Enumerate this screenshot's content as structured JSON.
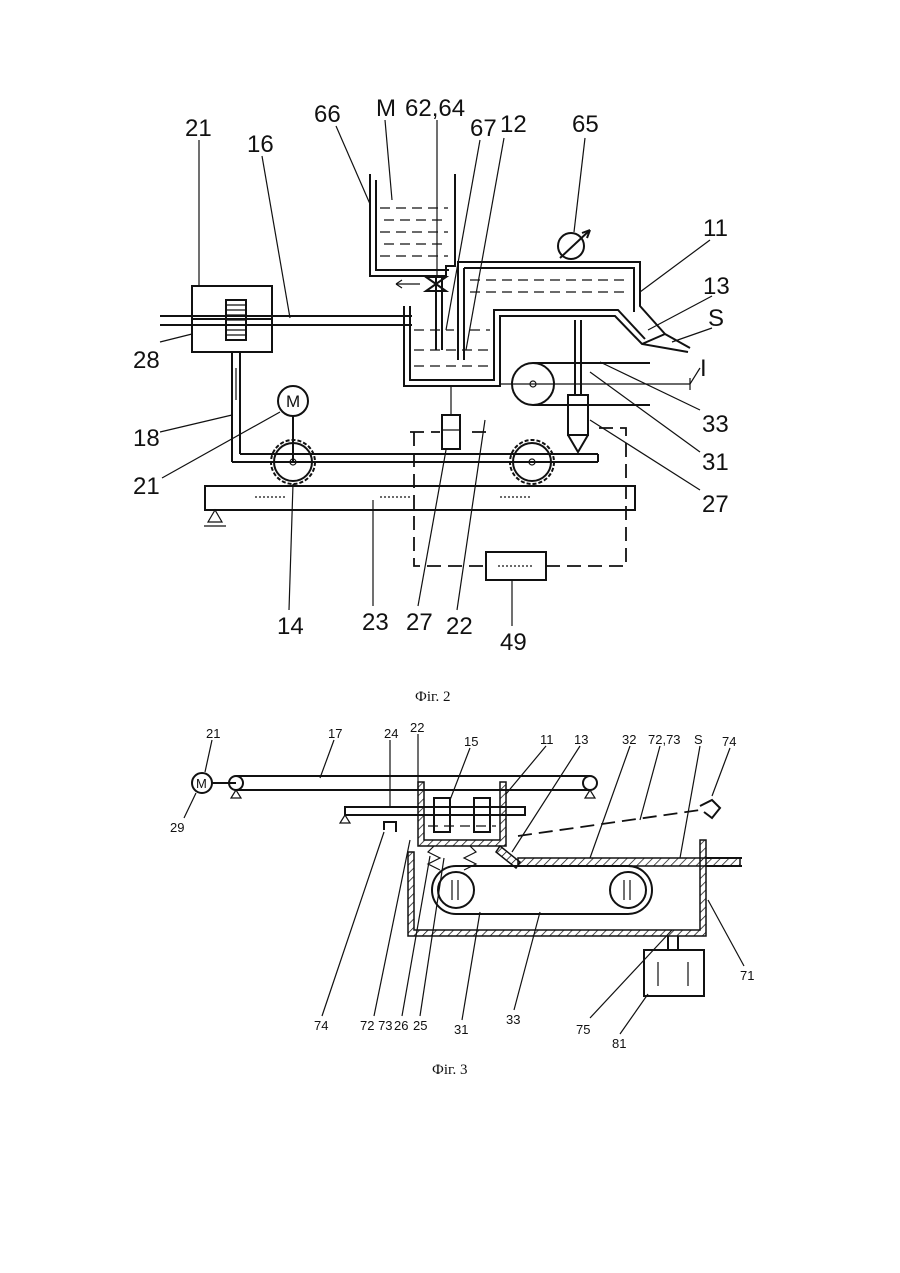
{
  "figure2": {
    "caption": "Фіг. 2",
    "labels": {
      "l21a": "21",
      "l16": "16",
      "l66": "66",
      "lM": "M",
      "l6264": "62,64",
      "l67": "67",
      "l12": "12",
      "l65": "65",
      "l11": "11",
      "l13": "13",
      "lS": "S",
      "lI": "I",
      "l33": "33",
      "l31": "31",
      "l27r": "27",
      "l28": "28",
      "l18": "18",
      "l21b": "21",
      "l14": "14",
      "l23": "23",
      "l27b": "27",
      "l22": "22",
      "l49": "49",
      "motor": "M"
    }
  },
  "figure3": {
    "caption": "Фіг. 3",
    "labels": {
      "l21": "21",
      "l17": "17",
      "l24": "24",
      "l22": "22",
      "l15": "15",
      "l11": "11",
      "l13": "13",
      "l32": "32",
      "l7273a": "72,73",
      "lS": "S",
      "l74a": "74",
      "l29": "29",
      "l74b": "74",
      "l7273b": "72 73",
      "l26": "26",
      "l25": "25",
      "l31": "31",
      "l33": "33",
      "l75": "75",
      "l71": "71",
      "l81": "81",
      "motor": "M"
    }
  }
}
